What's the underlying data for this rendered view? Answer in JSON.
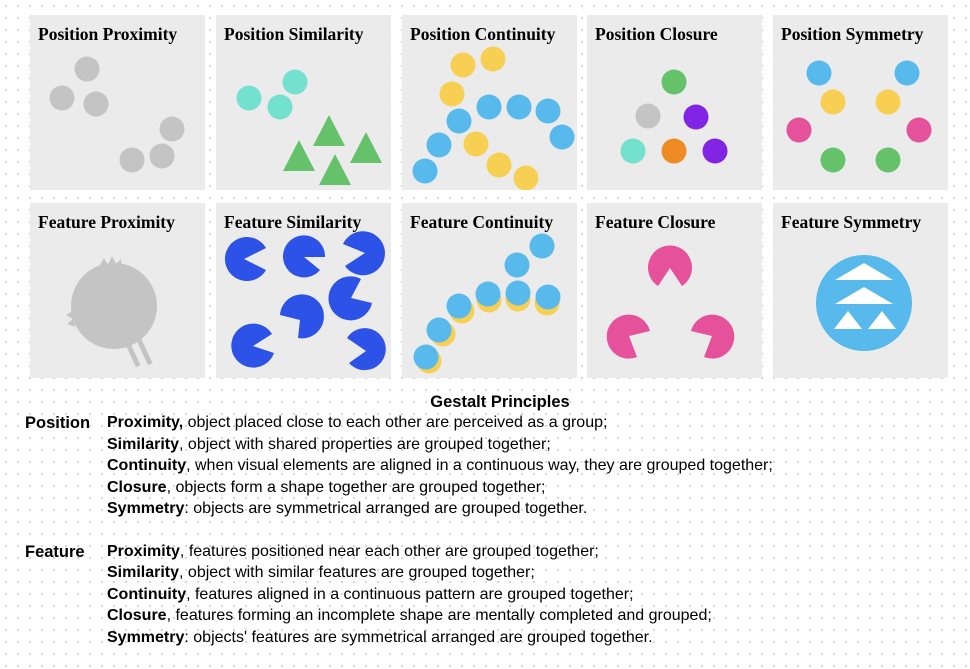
{
  "panels": [
    {
      "id": "position-proximity",
      "title": "Position Proximity"
    },
    {
      "id": "position-similarity",
      "title": "Position Similarity"
    },
    {
      "id": "position-continuity",
      "title": "Position Continuity"
    },
    {
      "id": "position-closure",
      "title": "Position Closure"
    },
    {
      "id": "position-symmetry",
      "title": "Position Symmetry"
    },
    {
      "id": "feature-proximity",
      "title": "Feature Proximity"
    },
    {
      "id": "feature-similarity",
      "title": "Feature Similarity"
    },
    {
      "id": "feature-continuity",
      "title": "Feature Continuity"
    },
    {
      "id": "feature-closure",
      "title": "Feature Closure"
    },
    {
      "id": "feature-symmetry",
      "title": "Feature Symmetry"
    }
  ],
  "colors": {
    "gray": "#c4c4c4",
    "teal": "#74e1cf",
    "green": "#66c26a",
    "yellow": "#f7d053",
    "blue": "#58b9ed",
    "purple": "#8224e3",
    "orange": "#ef8b25",
    "pink": "#e6519b",
    "royal": "#2d52e8",
    "sky": "#58b9ed"
  },
  "legend": {
    "title": "Gestalt Principles",
    "position": {
      "label": "Position",
      "items": [
        {
          "term": "Proximity,",
          "text": " object placed close to each other are perceived as a group;"
        },
        {
          "term": "Similarity",
          "text": ", object with shared properties are grouped together;"
        },
        {
          "term": "Continuity",
          "text": ", when visual elements are aligned in a continuous way, they are grouped together;"
        },
        {
          "term": "Closure",
          "text": ", objects form a shape together are grouped together;"
        },
        {
          "term": "Symmetry",
          "text": ": objects are symmetrical arranged are grouped together."
        }
      ]
    },
    "feature": {
      "label": "Feature",
      "items": [
        {
          "term": "Proximity",
          "text": ", features positioned near each other are grouped together;"
        },
        {
          "term": "Similarity",
          "text": ", object with similar features are grouped together;"
        },
        {
          "term": "Continuity",
          "text": ", features aligned in a continuous pattern are grouped together;"
        },
        {
          "term": "Closure",
          "text": ", features forming an incomplete shape are mentally completed and grouped;"
        },
        {
          "term": "Symmetry",
          "text": ": objects' features are symmetrical arranged are grouped together."
        }
      ]
    }
  }
}
